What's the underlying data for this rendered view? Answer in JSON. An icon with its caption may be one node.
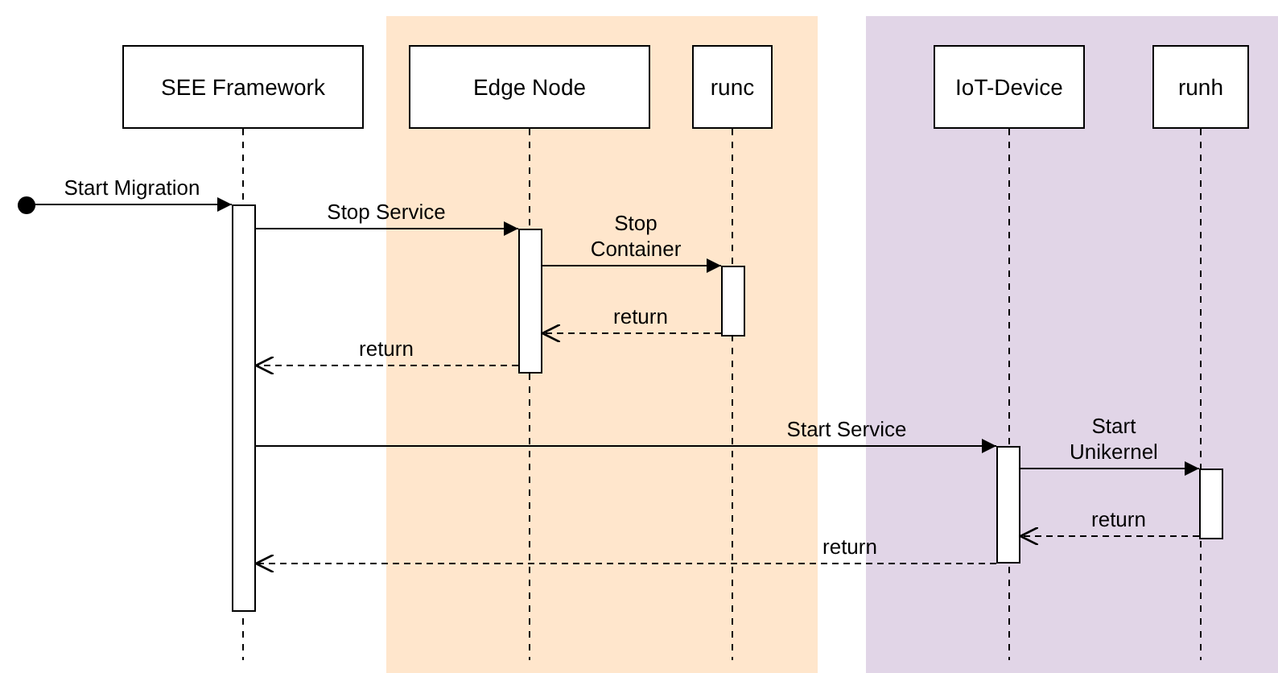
{
  "diagram": {
    "nodes": [
      {
        "text": [],
        "shape": "band"
      },
      {
        "text": [],
        "shape": "band"
      },
      {
        "text": [
          "SEE Framework"
        ]
      },
      {
        "text": [
          "Edge Node"
        ],
        "in": 0
      },
      {
        "text": [
          "runc"
        ],
        "in": 0
      },
      {
        "text": [
          "IoT-Device"
        ],
        "in": 1
      },
      {
        "text": [
          "runh"
        ],
        "in": 1
      },
      {
        "text": [],
        "shape": "circle"
      },
      {
        "text": [],
        "shape": "bar"
      },
      {
        "text": [],
        "shape": "bar",
        "in": 0
      },
      {
        "text": [],
        "shape": "bar",
        "in": 0
      },
      {
        "text": [],
        "shape": "bar",
        "in": 1
      },
      {
        "text": [],
        "shape": "bar",
        "in": 1
      }
    ],
    "edges": [
      {
        "from": 7,
        "to": 8,
        "arrow": "to",
        "label": "Start Migration"
      },
      {
        "from": 8,
        "to": 9,
        "arrow": "to",
        "label": "Stop Service"
      },
      {
        "from": 9,
        "to": 10,
        "arrow": "to",
        "label": "Stop Container"
      },
      {
        "from": 10,
        "to": 9,
        "arrow": "to",
        "label": "return",
        "style": "dashed"
      },
      {
        "from": 9,
        "to": 8,
        "arrow": "to",
        "label": "return",
        "style": "dashed"
      },
      {
        "from": 8,
        "to": 11,
        "arrow": "to",
        "label": "Start Service"
      },
      {
        "from": 11,
        "to": 12,
        "arrow": "to",
        "label": "Start Unikernel"
      },
      {
        "from": 12,
        "to": 11,
        "arrow": "to",
        "label": "return",
        "style": "dashed"
      },
      {
        "from": 11,
        "to": 8,
        "arrow": "to",
        "label": "return",
        "style": "dashed"
      }
    ]
  }
}
